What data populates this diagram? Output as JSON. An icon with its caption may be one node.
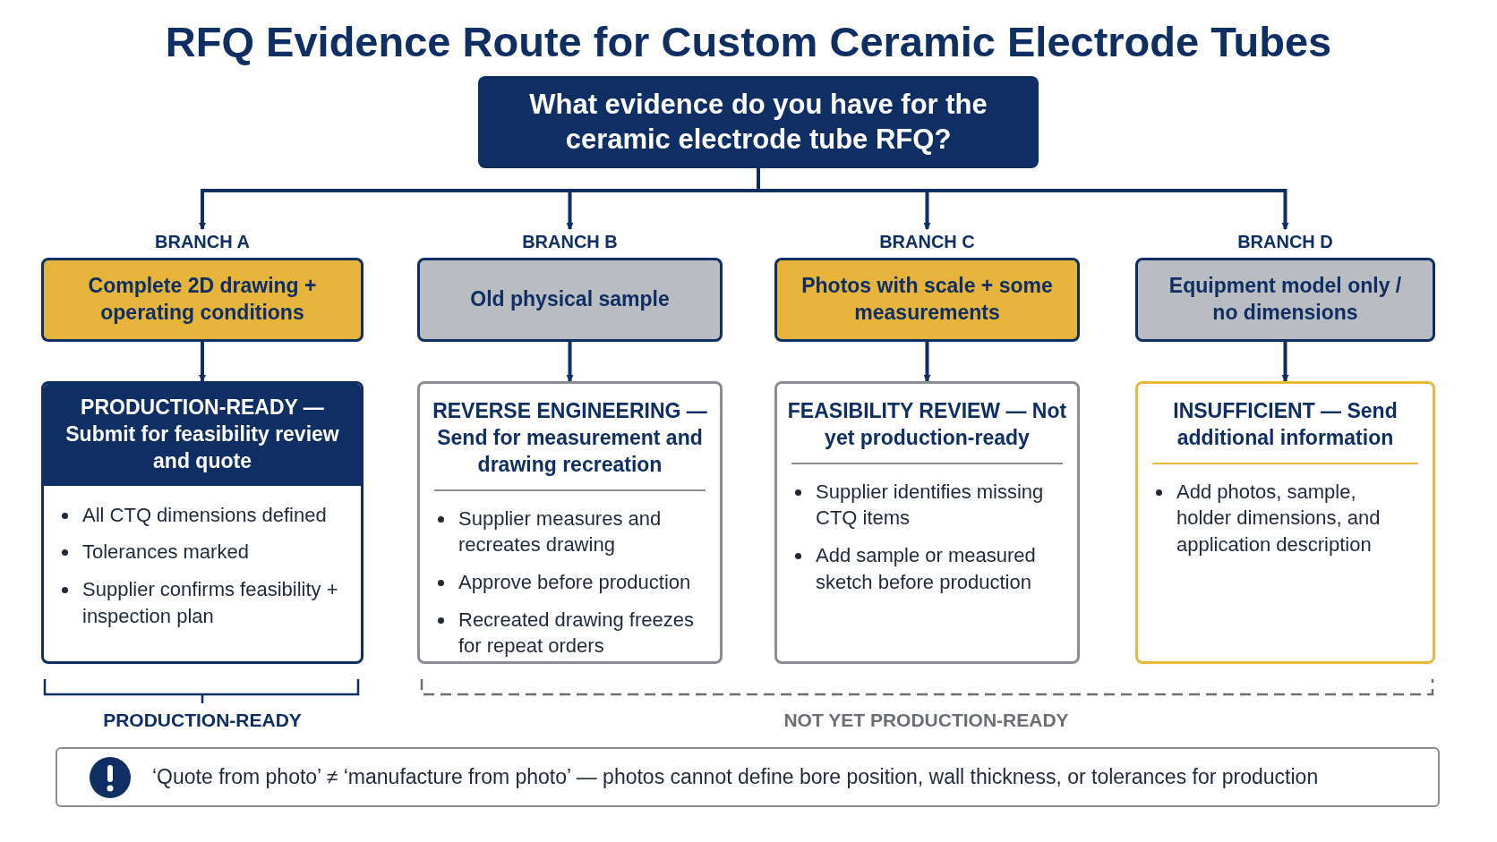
{
  "diagram": {
    "title": "RFQ Evidence Route for Custom Ceramic Electrode Tubes",
    "nodes": [
      {
        "text": [
          "What evidence do you have for the ceramic electrode tube RFQ?"
        ]
      },
      {
        "text": [
          "BRANCH A",
          "Complete 2D drawing + operating conditions"
        ]
      },
      {
        "text": [
          "BRANCH B",
          "Old physical sample"
        ]
      },
      {
        "text": [
          "BRANCH C",
          "Photos with scale + some measurements"
        ]
      },
      {
        "text": [
          "BRANCH D",
          "Equipment model only / no dimensions"
        ]
      },
      {
        "text": [
          "PRODUCTION-READY — Submit for feasibility review and quote",
          "All CTQ dimensions defined",
          "Tolerances marked",
          "Supplier confirms feasibility + inspection plan"
        ]
      },
      {
        "text": [
          "REVERSE ENGINEERING — Send for measurement and drawing recreation",
          "Supplier measures and recreates drawing",
          "Approve before production",
          "Recreated drawing freezes for repeat orders"
        ]
      },
      {
        "text": [
          "FEASIBILITY REVIEW — Not yet production-ready",
          "Supplier identifies missing CTQ items",
          "Add sample or measured sketch before production"
        ]
      },
      {
        "text": [
          "INSUFFICIENT — Send additional information",
          "Add photos, sample, holder dimensions, and application description"
        ]
      },
      {
        "text": [
          "‘Quote from photo’ ≠ ‘manufacture from photo’ — photos cannot define bore position, wall thickness, or tolerances for production"
        ]
      }
    ],
    "edges": [
      {
        "from": 0,
        "to": 1,
        "arrow": "to"
      },
      {
        "from": 0,
        "to": 2,
        "arrow": "to"
      },
      {
        "from": 0,
        "to": 3,
        "arrow": "to"
      },
      {
        "from": 0,
        "to": 4,
        "arrow": "to"
      },
      {
        "from": 1,
        "to": 5,
        "arrow": "to"
      },
      {
        "from": 2,
        "to": 6,
        "arrow": "to"
      },
      {
        "from": 3,
        "to": 7,
        "arrow": "to"
      },
      {
        "from": 4,
        "to": 8,
        "arrow": "to"
      }
    ],
    "labels": [
      "PRODUCTION-READY",
      "NOT YET PRODUCTION-READY"
    ]
  }
}
